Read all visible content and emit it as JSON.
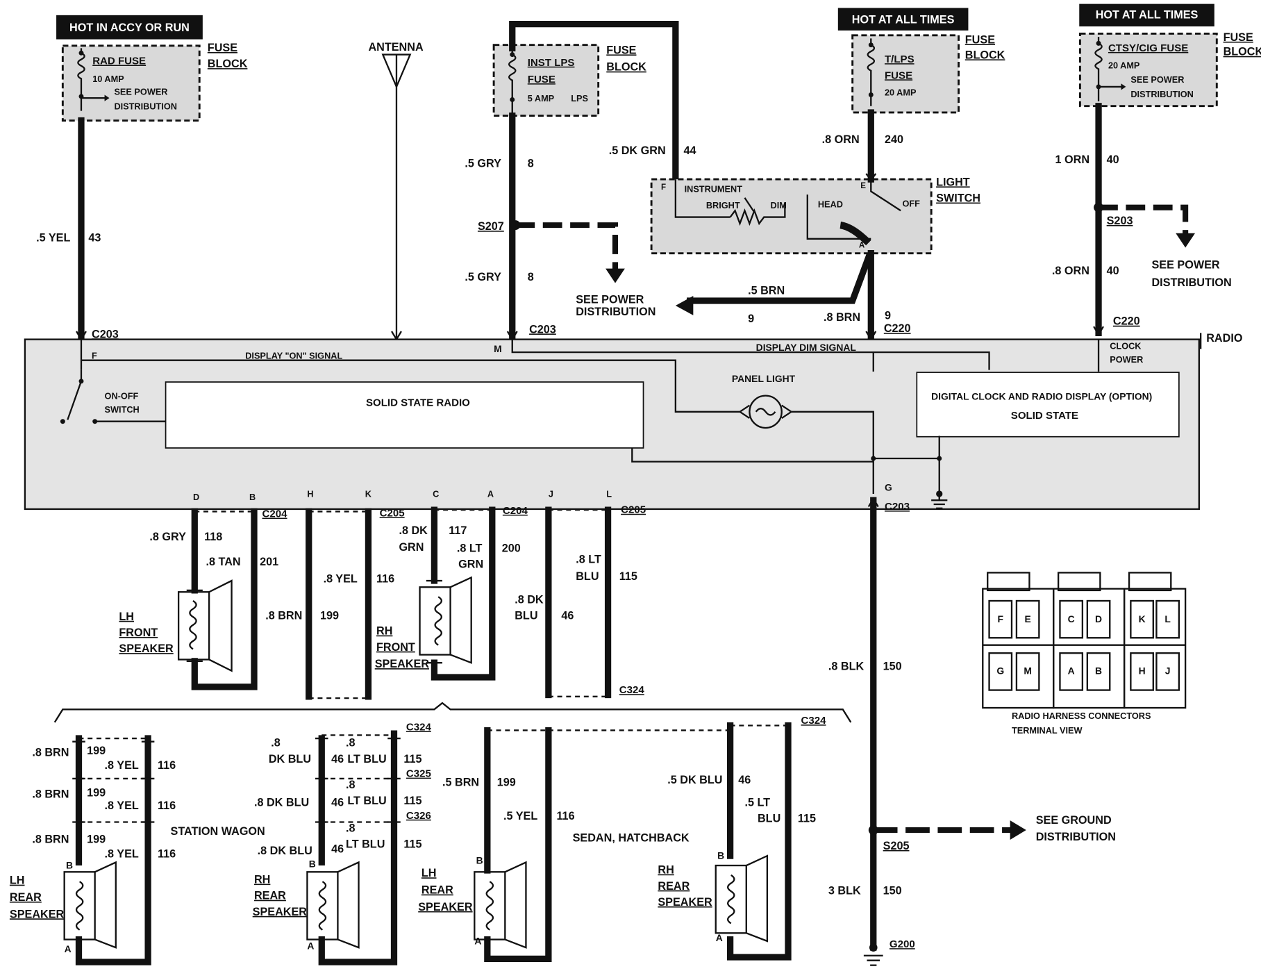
{
  "header_tags": {
    "hot_accy_run": "HOT IN ACCY OR RUN",
    "hot_all_1": "HOT AT ALL TIMES",
    "hot_all_2": "HOT AT ALL TIMES"
  },
  "fuse_block": {
    "label_line1": "FUSE",
    "label_line2": "BLOCK"
  },
  "fuses": {
    "rad": {
      "name": "RAD FUSE",
      "rating": "10 AMP",
      "note1": "SEE POWER",
      "note2": "DISTRIBUTION"
    },
    "inst": {
      "name1": "INST LPS",
      "name2": "FUSE",
      "rating": "5 AMP",
      "extra": "LPS"
    },
    "tlps": {
      "name1": "T/LPS",
      "name2": "FUSE",
      "rating": "20 AMP"
    },
    "ctsy": {
      "name": "CTSY/CIG FUSE",
      "rating": "20 AMP",
      "note1": "SEE POWER",
      "note2": "DISTRIBUTION"
    }
  },
  "antenna": "ANTENNA",
  "wires": {
    "w43": {
      "gauge": ".5 YEL",
      "circuit": "43"
    },
    "w8a": {
      "gauge": ".5 GRY",
      "circuit": "8"
    },
    "w8b": {
      "gauge": ".5 GRY",
      "circuit": "8"
    },
    "w44": {
      "gauge": ".5 DK GRN",
      "circuit": "44"
    },
    "w240": {
      "gauge": ".8 ORN",
      "circuit": "240"
    },
    "w40a": {
      "gauge": "1 ORN",
      "circuit": "40"
    },
    "w40b": {
      "gauge": ".8 ORN",
      "circuit": "40"
    },
    "w9a": {
      "gauge": ".5 BRN",
      "circuit": "9"
    },
    "w9b": {
      "gauge": ".8 BRN",
      "circuit": "9"
    },
    "w150a": {
      "gauge": ".8 BLK",
      "circuit": "150"
    },
    "w150b": {
      "gauge": "3 BLK",
      "circuit": "150"
    }
  },
  "splices": {
    "s207": "S207",
    "s203": "S203",
    "s205": "S205"
  },
  "see_power": {
    "line1": "SEE POWER",
    "line2": "DISTRIBUTION"
  },
  "light_switch": {
    "label1": "LIGHT",
    "label2": "SWITCH",
    "instrument": "INSTRUMENT",
    "bright": "BRIGHT",
    "dim": "DIM",
    "head": "HEAD",
    "off": "OFF",
    "pin_e": "E",
    "pin_f": "F",
    "pin_a": "A"
  },
  "connectors": {
    "c203": "C203",
    "c220": "C220",
    "c204": "C204",
    "c205": "C205",
    "c324": "C324",
    "c325": "C325",
    "c326": "C326",
    "g200": "G200"
  },
  "radio": {
    "label": "RADIO",
    "display_on": "DISPLAY \"ON\" SIGNAL",
    "display_dim": "DISPLAY DIM SIGNAL",
    "on_off_1": "ON-OFF",
    "on_off_2": "SWITCH",
    "solid_state_radio": "SOLID STATE RADIO",
    "panel_light": "PANEL LIGHT",
    "clock_power_1": "CLOCK",
    "clock_power_2": "POWER",
    "digital_clock": "DIGITAL CLOCK AND RADIO DISPLAY (OPTION)",
    "solid_state": "SOLID STATE",
    "pins_top": {
      "f": "F",
      "m": "M"
    },
    "pins_bottom": {
      "d": "D",
      "b": "B",
      "h": "H",
      "k": "K",
      "c": "C",
      "a": "A",
      "j": "J",
      "l": "L",
      "g": "G"
    }
  },
  "front_wires": {
    "w118": {
      "gauge": ".8 GRY",
      "circuit": "118"
    },
    "w201": {
      "gauge": ".8 TAN",
      "circuit": "201"
    },
    "w199": {
      "gauge": ".8 BRN",
      "circuit": "199"
    },
    "w116": {
      "gauge": ".8 YEL",
      "circuit": "116"
    },
    "w117": {
      "gauge1": ".8 DK",
      "gauge2": "GRN",
      "circuit": "117"
    },
    "w200": {
      "gauge1": ".8 LT",
      "gauge2": "GRN",
      "circuit": "200"
    },
    "w46": {
      "gauge1": ".8 DK",
      "gauge2": "BLU",
      "circuit": "46"
    },
    "w115": {
      "gauge1": ".8 LT",
      "gauge2": "BLU",
      "circuit": "115"
    }
  },
  "speakers": {
    "lh_front": [
      "LH",
      "FRONT",
      "SPEAKER"
    ],
    "rh_front": [
      "RH",
      "FRONT",
      "SPEAKER"
    ],
    "lh_rear_sw": [
      "LH",
      "REAR",
      "SPEAKER"
    ],
    "rh_rear_sw": [
      "RH",
      "REAR",
      "SPEAKER"
    ],
    "lh_rear_sd": [
      "LH",
      "REAR",
      "SPEAKER"
    ],
    "rh_rear_sd": [
      "RH",
      "REAR",
      "SPEAKER"
    ]
  },
  "rear": {
    "station_wagon": "STATION WAGON",
    "sedan": "SEDAN, HATCHBACK",
    "brn": ".8 BRN",
    "c199": "199",
    "yel": ".8 YEL",
    "c116": "116",
    "dkblu_top": ".8",
    "dkblu_bot": "DK BLU",
    "dkblu_full": ".8 DK BLU",
    "c46": "46",
    "ltblu_top": ".8",
    "ltblu_bot": "LT BLU",
    "c115": "115",
    "sd_brn": ".5 BRN",
    "sd_yel": ".5 YEL",
    "sd_dkblu": ".5 DK BLU",
    "sd_ltblu1": ".5 LT",
    "sd_ltblu2": "BLU",
    "pin_a": "A",
    "pin_b": "B"
  },
  "see_ground": {
    "line1": "SEE GROUND",
    "line2": "DISTRIBUTION"
  },
  "harness": {
    "title1": "RADIO HARNESS CONNECTORS",
    "title2": "TERMINAL VIEW",
    "pins": [
      "F",
      "E",
      "C",
      "D",
      "K",
      "L",
      "G",
      "M",
      "A",
      "B",
      "H",
      "J"
    ]
  }
}
